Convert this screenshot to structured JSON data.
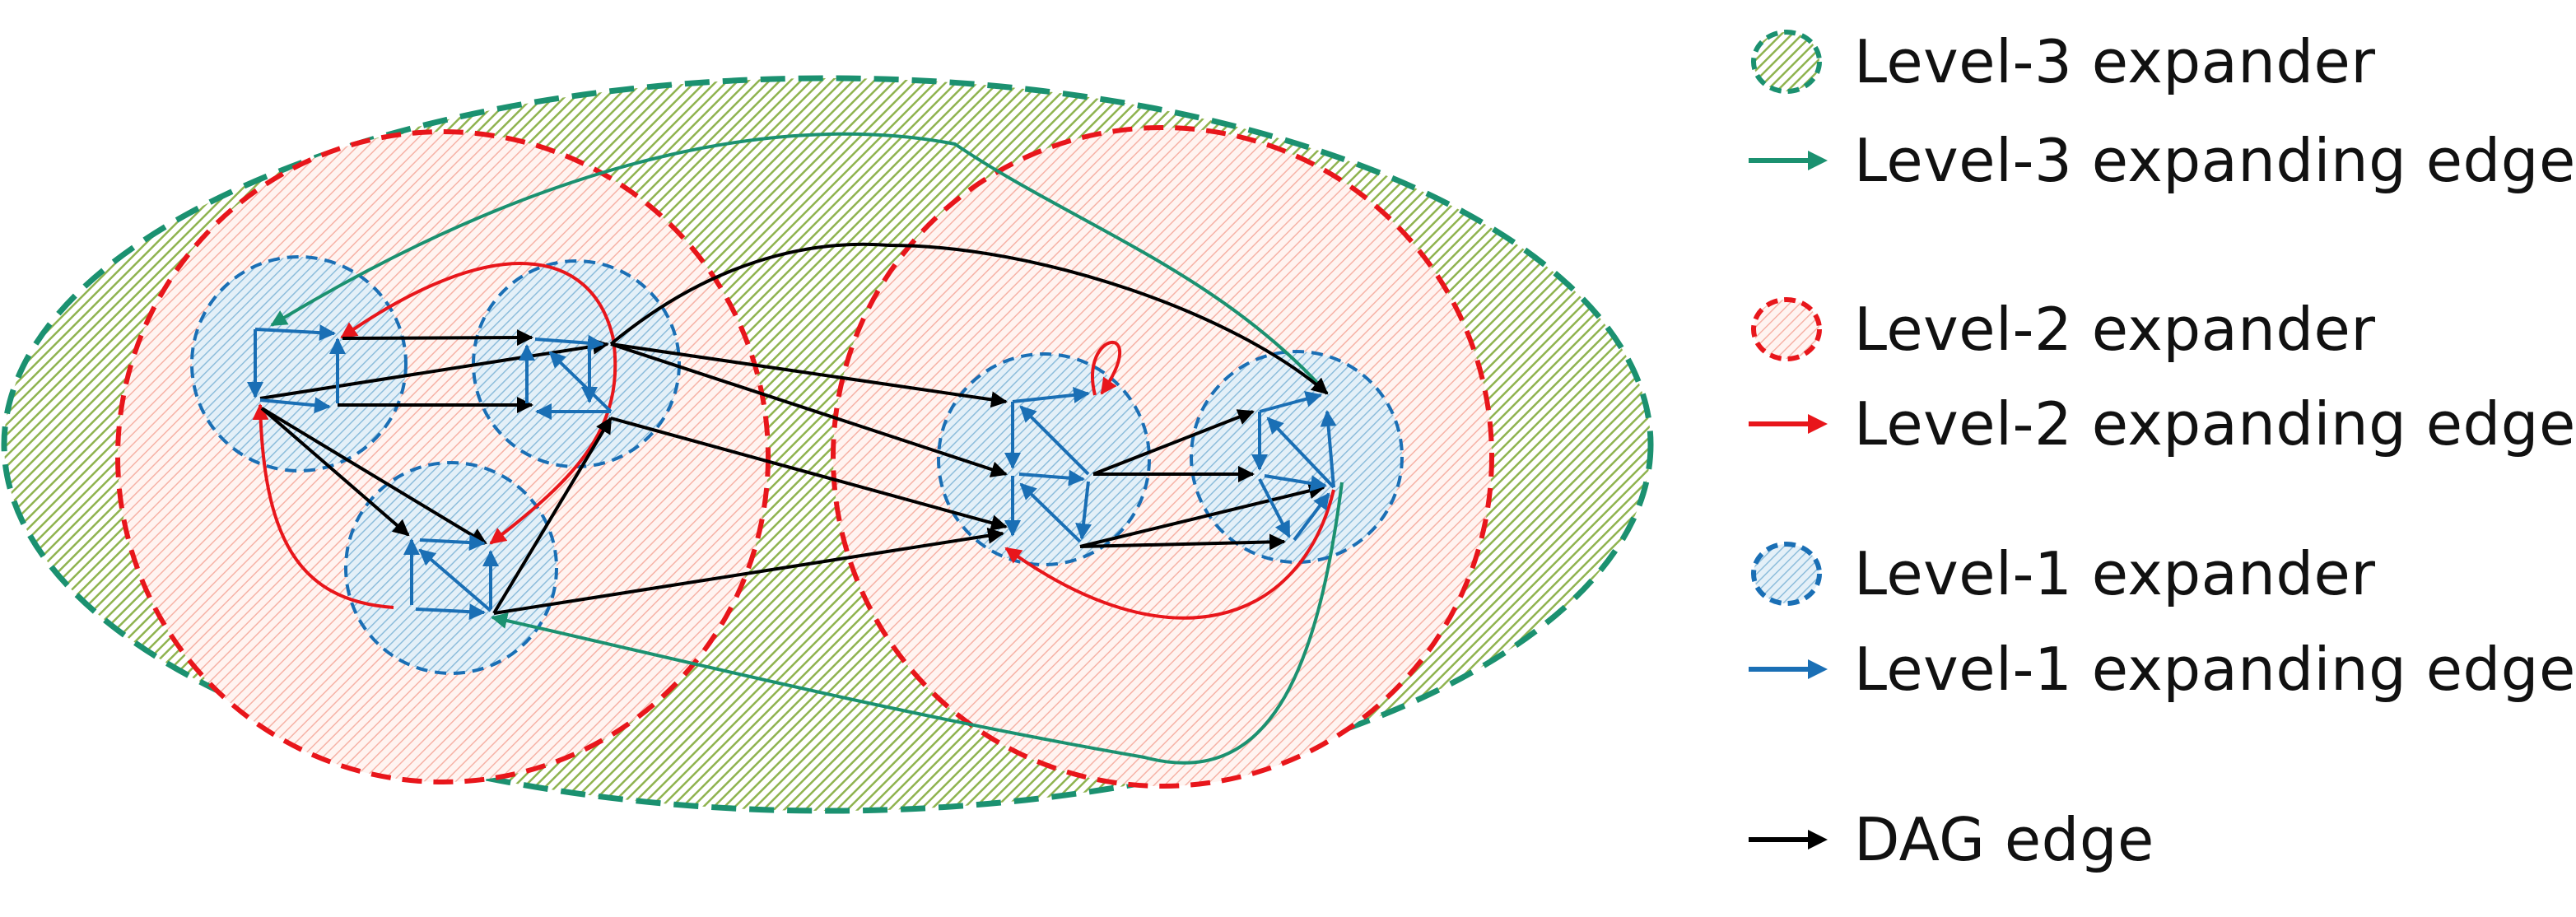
{
  "colors": {
    "level3": "#1b9170",
    "level3_fill": "#7fae45",
    "level2": "#e8161b",
    "level2_fill": "#f5a89a",
    "level1": "#1a6fb5",
    "level1_fill": "#7fb4d6",
    "dag": "#000000"
  },
  "legend": {
    "level3_expander": "Level-3 expander",
    "level3_edge": "Level-3 expanding edge",
    "level2_expander": "Level-2 expander",
    "level2_edge": "Level-2 expanding edge",
    "level1_expander": "Level-1 expander",
    "level1_edge": "Level-1 expanding edge",
    "dag_edge": "DAG edge"
  },
  "icons": {
    "level3_expander": "dashed-hatched-circle-icon",
    "level2_expander": "dashed-hatched-circle-icon",
    "level1_expander": "dashed-hatched-circle-icon",
    "edges": "arrow-icon"
  }
}
